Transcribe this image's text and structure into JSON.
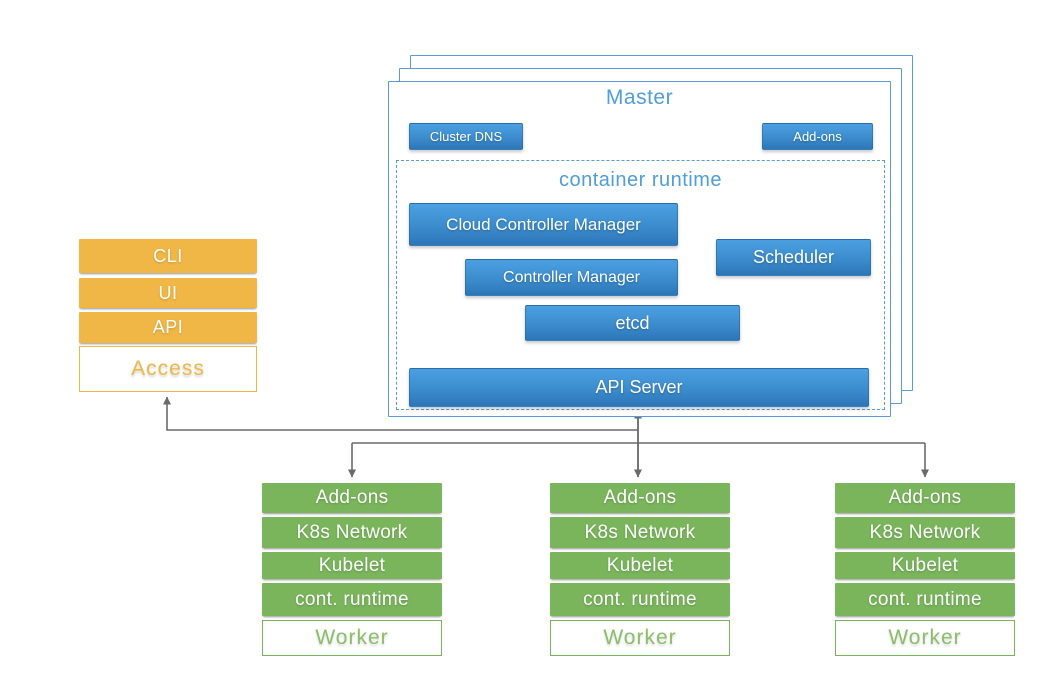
{
  "master": {
    "title": "Master",
    "cluster_dns_label": "Cluster DNS",
    "addons_label": "Add-ons",
    "runtime_title": "container runtime",
    "cloud_controller_manager": "Cloud Controller Manager",
    "controller_manager": "Controller Manager",
    "etcd": "etcd",
    "scheduler": "Scheduler",
    "api_server": "API Server"
  },
  "access": {
    "items": [
      "CLI",
      "UI",
      "API"
    ],
    "label": "Access"
  },
  "worker": {
    "rows": [
      "Add-ons",
      "K8s Network",
      "Kubelet",
      "cont. runtime"
    ],
    "label": "Worker"
  },
  "colors": {
    "blue_box_top": "#4BA0E1",
    "blue_box_bottom": "#2D76B8",
    "blue_border": "#5B9BD5",
    "blue_title_text": "#4E9ED9",
    "orange": "#F0B746",
    "green": "#7AB55C",
    "connector_gray": "#6A6A6A"
  }
}
